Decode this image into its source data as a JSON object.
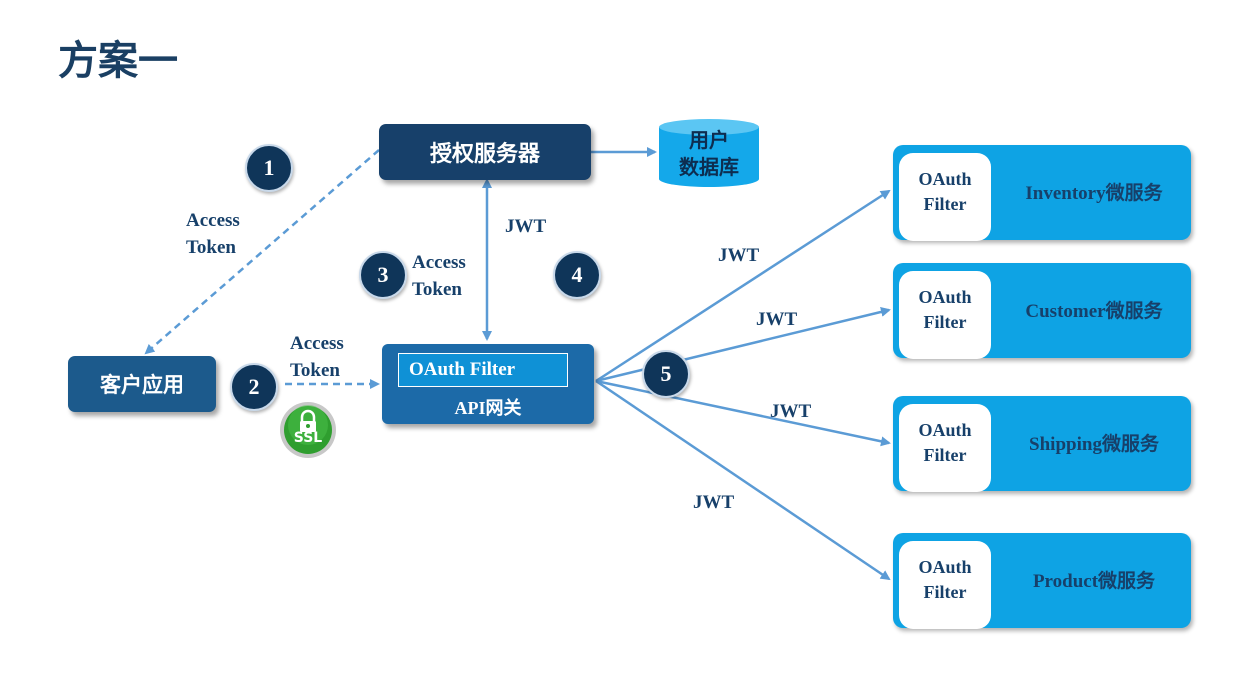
{
  "title": "方案一",
  "auth_server": {
    "label": "授权服务器"
  },
  "user_db": {
    "line1": "用户",
    "line2": "数据库"
  },
  "client_app": {
    "label": "客户应用"
  },
  "gateway": {
    "filter_label": "OAuth Filter",
    "label": "API网关"
  },
  "ssl_badge": {
    "label": "SSL"
  },
  "steps": [
    "1",
    "2",
    "3",
    "4",
    "5"
  ],
  "labels": {
    "access": "Access",
    "token": "Token",
    "jwt": "JWT"
  },
  "services": [
    {
      "filter_line1": "OAuth",
      "filter_line2": "Filter",
      "name": "Inventory微服务"
    },
    {
      "filter_line1": "OAuth",
      "filter_line2": "Filter",
      "name": "Customer微服务"
    },
    {
      "filter_line1": "OAuth",
      "filter_line2": "Filter",
      "name": "Shipping微服务"
    },
    {
      "filter_line1": "OAuth",
      "filter_line2": "Filter",
      "name": "Product微服务"
    }
  ],
  "colors": {
    "arrow": "#5b9bd5",
    "dark_box": "#1f4e79",
    "service": "#0ea3e4",
    "text_dark": "#17406a"
  }
}
